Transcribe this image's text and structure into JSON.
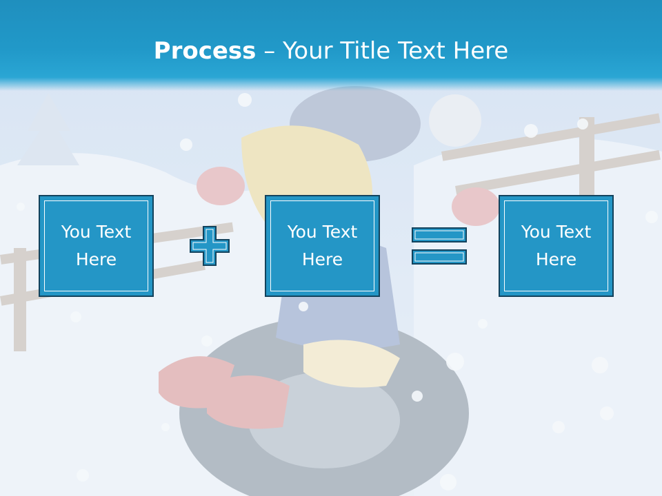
{
  "slide": {
    "title_bold": "Process",
    "title_dash": " – ",
    "title_rest": "Your Title Text Here"
  },
  "boxes": [
    {
      "text": "You Text Here"
    },
    {
      "text": "You Text Here"
    },
    {
      "text": "You Text Here"
    }
  ],
  "operators": [
    "plus-icon",
    "equals-icon"
  ],
  "colors": {
    "header": "#2199c9",
    "box_fill": "#2496c6",
    "box_border": "#12425c",
    "text": "#ffffff"
  }
}
